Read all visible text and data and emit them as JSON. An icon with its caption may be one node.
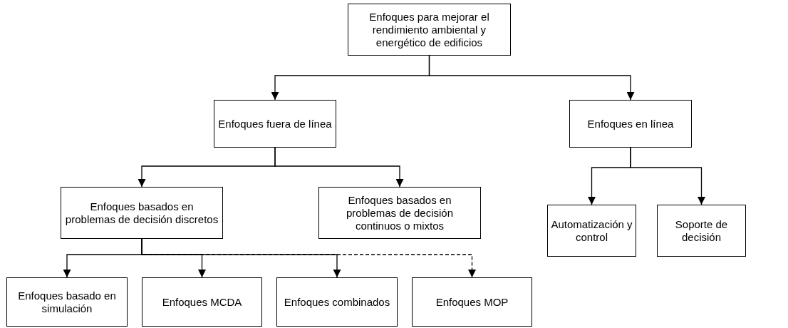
{
  "diagram": {
    "nodes": [
      {
        "text": [
          "Enfoques para mejorar el rendimiento ambiental y energético de edificios"
        ]
      },
      {
        "text": [
          "Enfoques fuera de línea"
        ]
      },
      {
        "text": [
          "Enfoques en línea"
        ]
      },
      {
        "text": [
          "Enfoques basados en problemas de decisión discretos"
        ]
      },
      {
        "text": [
          "Enfoques basados en problemas de decisión continuos o mixtos"
        ]
      },
      {
        "text": [
          "Automatización y control"
        ]
      },
      {
        "text": [
          "Soporte de decisión"
        ]
      },
      {
        "text": [
          "Enfoques basado en simulación"
        ]
      },
      {
        "text": [
          "Enfoques MCDA"
        ]
      },
      {
        "text": [
          "Enfoques combinados"
        ]
      },
      {
        "text": [
          "Enfoques MOP"
        ]
      }
    ],
    "edges": [
      {
        "from": 0,
        "to": 1,
        "arrow": "to"
      },
      {
        "from": 0,
        "to": 2,
        "arrow": "to"
      },
      {
        "from": 1,
        "to": 3,
        "arrow": "to"
      },
      {
        "from": 1,
        "to": 4,
        "arrow": "to"
      },
      {
        "from": 2,
        "to": 5,
        "arrow": "to"
      },
      {
        "from": 2,
        "to": 6,
        "arrow": "to"
      },
      {
        "from": 3,
        "to": 7,
        "arrow": "to"
      },
      {
        "from": 3,
        "to": 8,
        "arrow": "to"
      },
      {
        "from": 3,
        "to": 9,
        "arrow": "to"
      },
      {
        "from": 3,
        "to": 10,
        "arrow": "to",
        "style": "dashed"
      }
    ]
  }
}
